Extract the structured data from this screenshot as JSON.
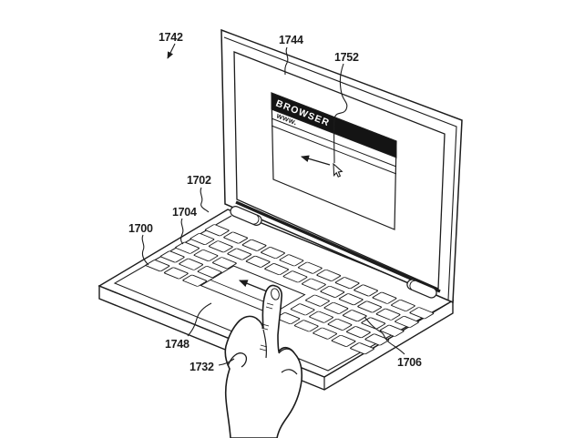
{
  "figure": {
    "type": "patent-line-drawing",
    "description": "Laptop with touch-sensitive keyboard deck; finger swipe-left gesture on trackpad mirrored by arrow and cursor in on-screen browser window",
    "browser": {
      "title": "BROWSER",
      "url": "www.",
      "gesture_arrow_icon": "arrow-left",
      "pointer_icon": "mouse-cursor"
    },
    "labels": {
      "figure_ref": "1742",
      "top_bezel_ref": "1744",
      "cursor_ref": "1752",
      "display_ref": "1702",
      "deck_ref": "1704",
      "base_ref": "1700",
      "keys_ref": "1706",
      "trackpad_ref": "1748",
      "hand_ref": "1732"
    },
    "colors": {
      "ink": "#1c1c1c",
      "paper": "#ffffff",
      "titlebar": "#141414"
    }
  }
}
